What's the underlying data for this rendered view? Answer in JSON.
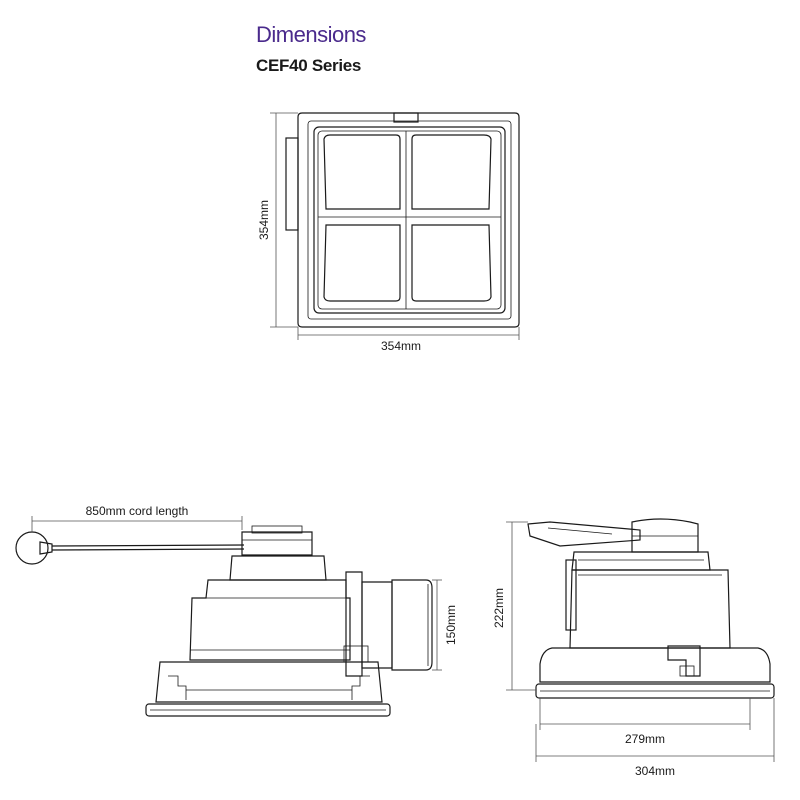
{
  "header": {
    "title": "Dimensions",
    "subtitle": "CEF40 Series",
    "title_color": "#4a2a8c"
  },
  "top_view": {
    "height_label": "354mm",
    "width_label": "354mm"
  },
  "side_view": {
    "cord_label": "850mm cord length",
    "height_label": "150mm"
  },
  "front_view": {
    "height_label": "222mm",
    "inner_width_label": "279mm",
    "outer_width_label": "304mm"
  }
}
